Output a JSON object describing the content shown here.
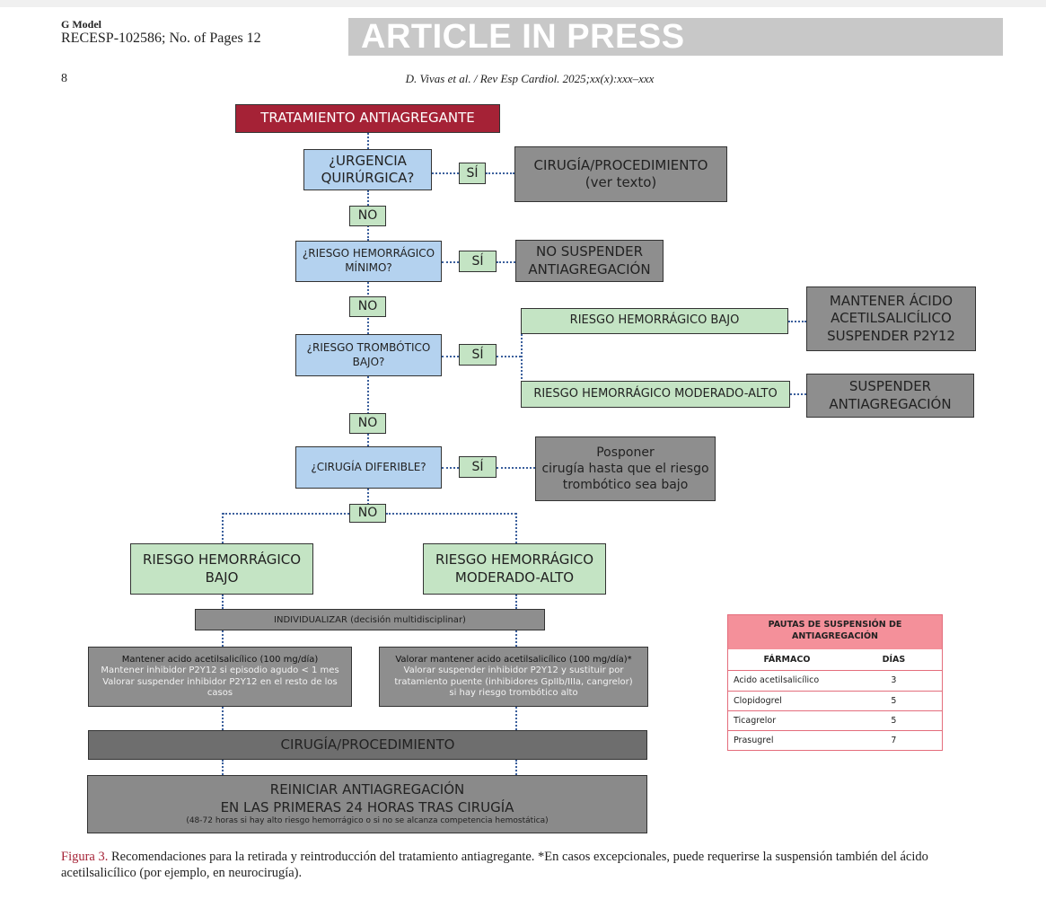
{
  "header": {
    "g_model": "G Model",
    "ref": "RECESP-102586; No. of Pages 12",
    "banner": "ARTICLE IN PRESS",
    "page_number": "8",
    "citation": "D. Vivas et al. / Rev Esp Cardiol. 2025;xx(x):xxx–xxx"
  },
  "flowchart": {
    "root": "TRATAMIENTO ANTIAGREGANTE",
    "yes": "SÍ",
    "no": "NO",
    "q1": "¿URGENCIA\nQUIRÚRGICA?",
    "a1": "CIRUGÍA/PROCEDIMIENTO\n(ver texto)",
    "q2": "¿RIESGO HEMORRÁGICO\nMÍNIMO?",
    "a2": "NO SUSPENDER\nANTIAGREGACIÓN",
    "q3": "¿RIESGO TROMBÓTICO\nBAJO?",
    "q3_branch_low": "RIESGO HEMORRÁGICO BAJO",
    "q3_branch_high": "RIESGO HEMORRÁGICO MODERADO-ALTO",
    "a3_low": "MANTENER ÁCIDO\nACETILSALICÍLICO\nSUSPENDER P2Y12",
    "a3_high": "SUSPENDER\nANTIAGREGACIÓN",
    "q4": "¿CIRUGÍA DIFERIBLE?",
    "a4": "Posponer\ncirugía hasta que el riesgo\ntrombótico sea bajo",
    "risk_low": "RIESGO HEMORRÁGICO\nBAJO",
    "risk_high": "RIESGO HEMORRÁGICO\nMODERADO-ALTO",
    "individualize": "INDIVIDUALIZAR (decisión multidisciplinar)",
    "left_plan_title": "Mantener acido acetilsalicílico (100 mg/día)",
    "left_plan_body": "Mantener inhibidor P2Y12 si episodio agudo < 1 mes\nValorar suspender inhibidor P2Y12 en el resto de los\ncasos",
    "right_plan_title": "Valorar mantener acido acetilsalicílico (100 mg/día)*",
    "right_plan_body": "Valorar suspender inhibidor P2Y12 y sustituir por\ntratamiento puente (inhibidores GpIIb/IIIa, cangrelor)\nsi hay riesgo trombótico alto",
    "surgery": "CIRUGÍA/PROCEDIMIENTO",
    "restart_title": "REINICIAR ANTIAGREGACIÓN\nEN LAS PRIMERAS 24 HORAS TRAS CIRUGÍA",
    "restart_note": "(48-72 horas si hay alto riesgo hemorrágico o si no se alcanza competencia hemostática)"
  },
  "suspension_table": {
    "title": "PAUTAS DE SUSPENSIÓN DE\nANTIAGREGACIÓN",
    "col_drug": "FÁRMACO",
    "col_days": "DÍAS",
    "rows": [
      {
        "drug": "Acido acetilsalicílico",
        "days": "3"
      },
      {
        "drug": "Clopidogrel",
        "days": "5"
      },
      {
        "drug": "Ticagrelor",
        "days": "5"
      },
      {
        "drug": "Prasugrel",
        "days": "7"
      }
    ]
  },
  "caption": {
    "label": "Figura 3.",
    "text": " Recomendaciones para la retirada y reintroducción del tratamiento antiagregante. *En casos excepcionales, puede requerirse la suspensión también del ácido acetilsalicílico (por ejemplo, en neurocirugía)."
  },
  "colors": {
    "title_red": "#a52236",
    "question_blue": "#b4d2ef",
    "answer_green": "#c4e4c4",
    "action_grey": "#8e8e8e",
    "table_header_pink": "#f4909a",
    "connector_blue": "#3b5f9c"
  }
}
